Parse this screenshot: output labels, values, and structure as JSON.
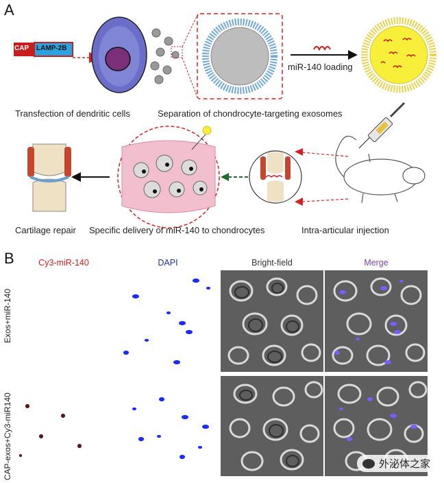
{
  "panel_a": {
    "letter": "A",
    "construct": {
      "cap": "CAP",
      "lamp": "LAMP-2B"
    },
    "loading_label": "miR-140 loading",
    "captions": {
      "transfection": "Transfection of dendritic cells",
      "separation": "Separation of chondrocyte-targeting exosomes",
      "repair": "Cartilage repair",
      "delivery": "Specific delivery of miR-140 to chondrocytes",
      "injection": "Intra-articular injection"
    }
  },
  "panel_b": {
    "letter": "B",
    "columns": [
      "Cy3-miR-140",
      "DAPI",
      "Bright-field",
      "Merge"
    ],
    "column_colors": [
      "#d42020",
      "#1b2fa8",
      "#333333",
      "#7b3fb0"
    ],
    "rows": [
      "Exos+miR-140",
      "CAP-exos+Cy3-miR140"
    ]
  },
  "watermark": "外泌体之家",
  "colors": {
    "cap_red": "#c81e1e",
    "lamp_blue": "#2aa3e0",
    "arrow_red": "#d42020",
    "arrow_green": "#1f6b2a",
    "nucleus_blue": "#1a2cff"
  }
}
